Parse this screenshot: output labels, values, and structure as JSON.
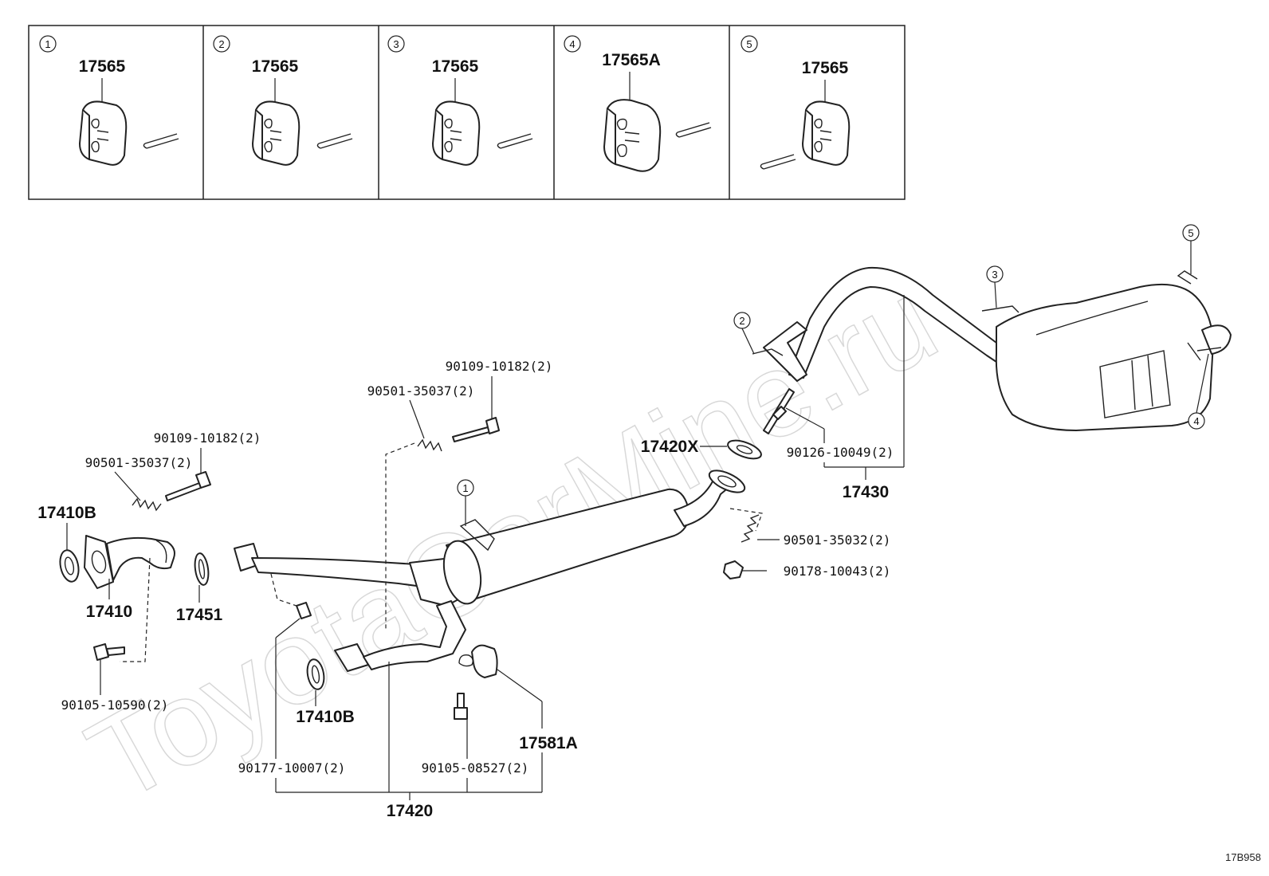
{
  "watermark": "ToyotaCarMine.ru",
  "diagram_code": "17B958",
  "inset_panels": [
    {
      "number": "1",
      "part": "17565"
    },
    {
      "number": "2",
      "part": "17565"
    },
    {
      "number": "3",
      "part": "17565"
    },
    {
      "number": "4",
      "part": "17565A"
    },
    {
      "number": "5",
      "part": "17565"
    }
  ],
  "callouts": [
    "1",
    "2",
    "3",
    "4",
    "5"
  ],
  "labels": {
    "p17410B_top": "17410B",
    "p17410": "17410",
    "p17451": "17451",
    "p90105_10590": "90105-10590(2)",
    "p90501_35037_a": "90501-35037(2)",
    "p90109_10182_a": "90109-10182(2)",
    "p90501_35037_b": "90501-35037(2)",
    "p90109_10182_b": "90109-10182(2)",
    "p17420X": "17420X",
    "p90126_10049": "90126-10049(2)",
    "p17430": "17430",
    "p90501_35032": "90501-35032(2)",
    "p90178_10043": "90178-10043(2)",
    "p17410B_bottom": "17410B",
    "p90177_10007": "90177-10007(2)",
    "p17420": "17420",
    "p90105_08527": "90105-08527(2)",
    "p17581A": "17581A"
  }
}
